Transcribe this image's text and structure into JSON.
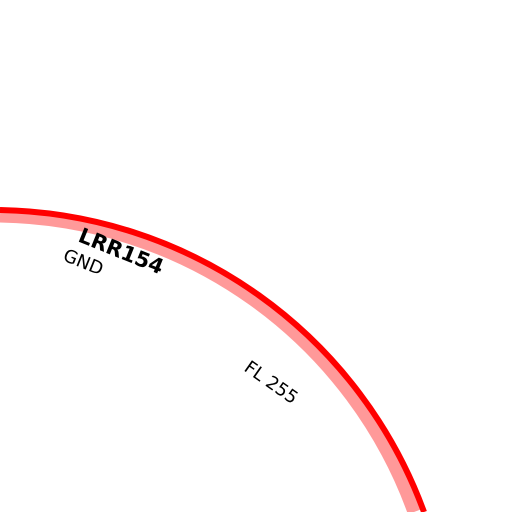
{
  "airspace": {
    "name": "LRR154",
    "lower_limit": "GND",
    "upper_limit": "FL 255",
    "colors": {
      "boundary": "#ff0000",
      "boundary_halo": "#ff9999",
      "background": "#ffffff",
      "text": "#000000"
    }
  }
}
